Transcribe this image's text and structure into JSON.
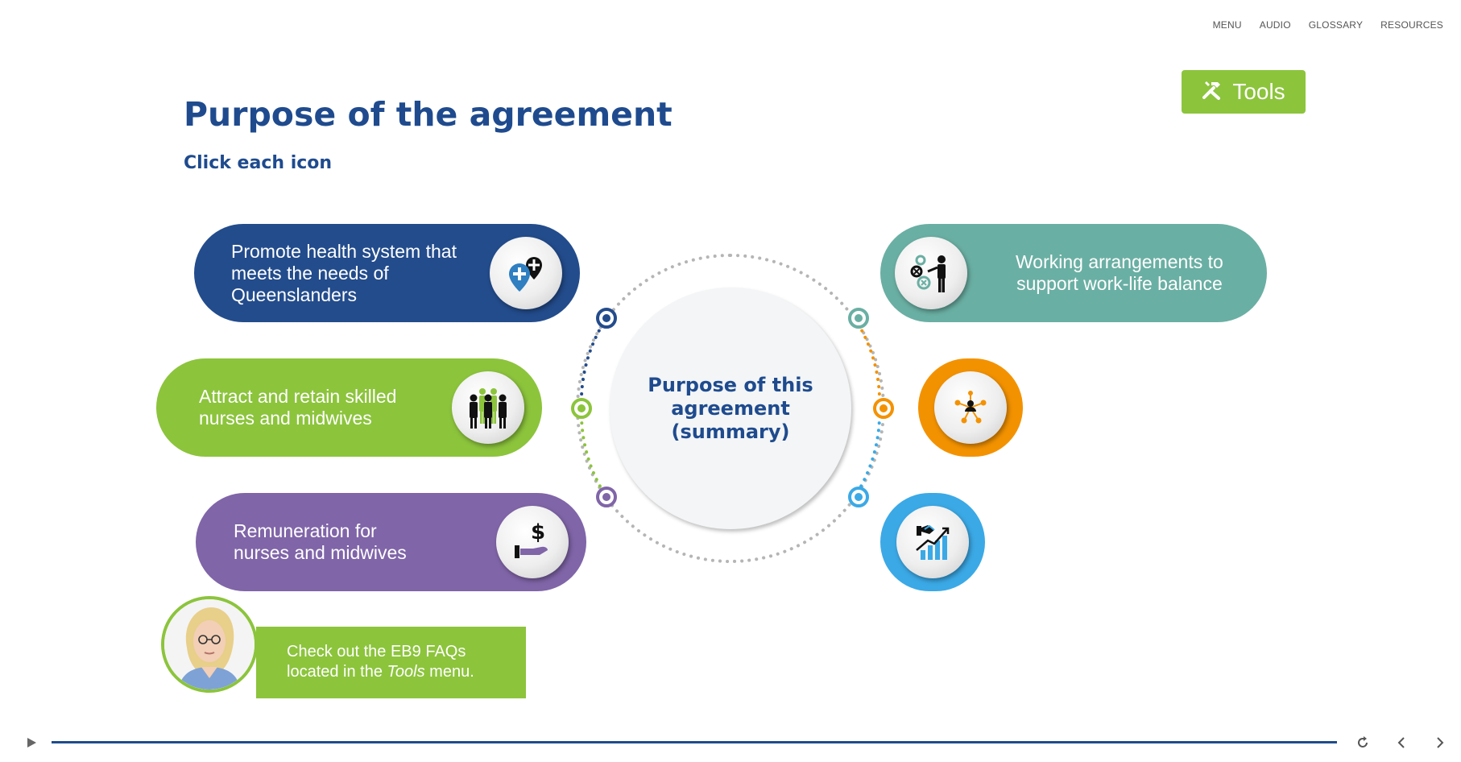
{
  "nav": {
    "menu": "MENU",
    "audio": "AUDIO",
    "glossary": "GLOSSARY",
    "resources": "RESOURCES"
  },
  "page": {
    "title": "Purpose of the agreement",
    "instruction": "Click each icon"
  },
  "tools_button": {
    "label": "Tools",
    "icon": "tools-icon"
  },
  "center": {
    "label": "Purpose of this\nagreement\n(summary)"
  },
  "items": [
    {
      "label": "Promote health system that\nmeets the needs of\nQueenslanders",
      "color": "#234c8c",
      "icon": "health-location-icon"
    },
    {
      "label": "Attract and retain skilled\nnurses and midwives",
      "color": "#8cc43c",
      "icon": "people-icon"
    },
    {
      "label": "Remuneration for\nnurses and midwives",
      "color": "#8065a8",
      "icon": "hand-dollar-icon"
    },
    {
      "label": "Working arrangements to\nsupport work-life balance",
      "color": "#6aafa3",
      "icon": "presenter-gears-icon"
    },
    {
      "label": "",
      "color": "#f39200",
      "icon": "network-person-icon"
    },
    {
      "label": "",
      "color": "#3ba9e6",
      "icon": "handshake-growth-icon"
    }
  ],
  "faq": {
    "text_before": "Check out the EB9 FAQs\nlocated in the ",
    "text_italic": "Tools",
    "text_after": " menu.",
    "color": "#8cc43c"
  },
  "player": {
    "progress_fraction": 1.0,
    "play_icon": "play-icon",
    "replay_icon": "replay-icon",
    "prev_icon": "chevron-left-icon",
    "next_icon": "chevron-right-icon"
  }
}
